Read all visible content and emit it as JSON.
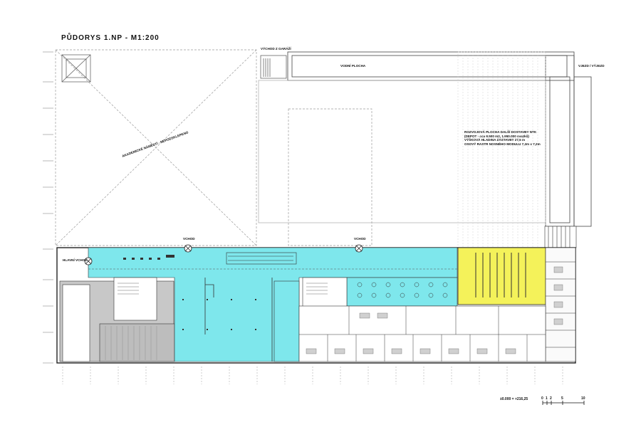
{
  "title": "PŮDORYS 1.NP - M1:200",
  "labels": {
    "garage_exit": "VÝCHOD Z GARÁŽÍ",
    "water_area": "VODNÍ PLOCHA",
    "entry_exit": "VJEZD / VÝJEZD",
    "academic_square": "AKADEMICKÉ NÁMĚSTÍ - NEPODSKLEPENO",
    "main_entrance": "HLAVNÍ VCHOD",
    "entrance_1": "VCHOD",
    "entrance_2": "VCHOD",
    "expansion_lines": [
      "ROZVOJOVÁ PLOCHA DALŠÍ DOSTAVBY NTK",
      "(DEPOT - cca 9.500 m2, 1.950.000 svazků)",
      "VÝŠKOVÁ HLADINA ZÁSTAVBY 27,5 m",
      "OSOVÝ RASTR NOSNÉHO MODULU 7,2m x 7,2m"
    ]
  },
  "legend": {
    "elevation": "±0.000 = +216,25"
  },
  "scale_bar": {
    "ticks": [
      "0",
      "1",
      "2",
      "5",
      "10"
    ]
  },
  "colors": {
    "cyan_zone": "#7ee7ec",
    "yellow_zone": "#f4f25a",
    "gray_zone": "#c8c8c8",
    "wall": "#222222",
    "dashed": "#9a9a9a"
  }
}
